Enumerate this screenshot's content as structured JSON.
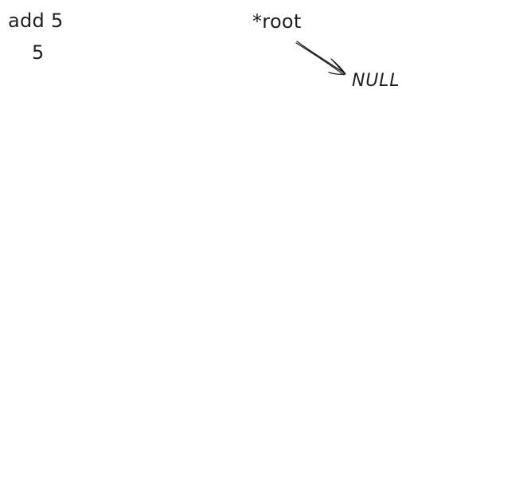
{
  "diagram": {
    "operation": "add 5",
    "node_value": "5",
    "pointer": "*root",
    "target": "NULL"
  },
  "colors": {
    "ink": "#1e1e1e",
    "background": "#ffffff"
  }
}
